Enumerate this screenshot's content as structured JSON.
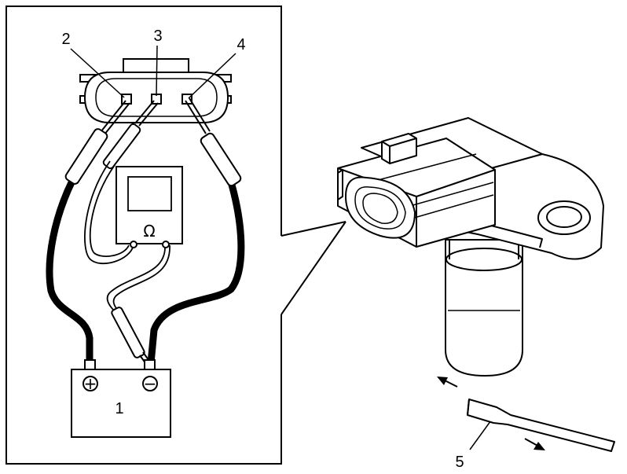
{
  "callouts": {
    "battery": "1",
    "terminal_left": "2",
    "terminal_middle": "3",
    "terminal_right": "4",
    "screwdriver": "5"
  },
  "symbols": {
    "ohm": "Ω",
    "positive": "+",
    "negative": "−"
  },
  "icons": {
    "meter": "ohmmeter-icon",
    "battery": "battery-icon",
    "sensor": "sensor-icon",
    "tool": "screwdriver-icon"
  }
}
